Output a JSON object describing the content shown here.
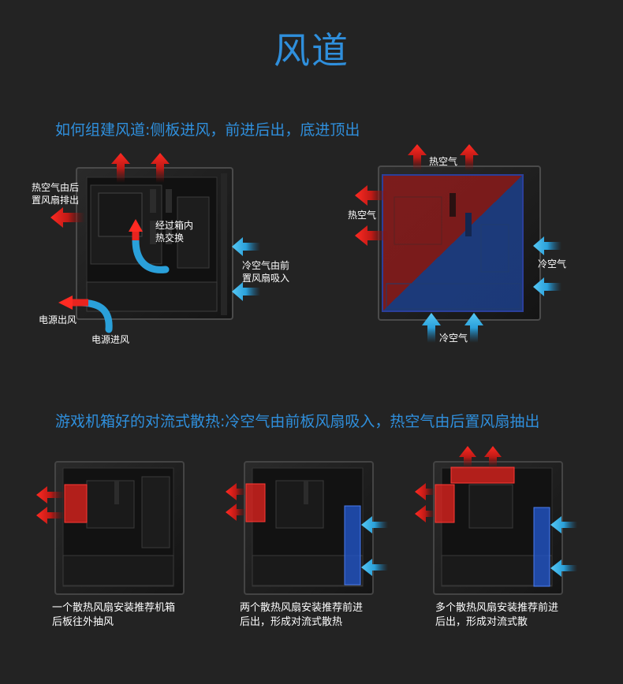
{
  "page": {
    "title": "风道",
    "section1_heading": "如何组建风道:侧板进风，前进后出，底进顶出",
    "section2_heading": "游戏机箱好的对流式散热:冷空气由前板风扇吸入，热空气由后置风扇抽出"
  },
  "diagram1": {
    "rear_exhaust_line1": "热空气由后",
    "rear_exhaust_line2": "置风扇排出",
    "heat_exchange_line1": "经过箱内",
    "heat_exchange_line2": "热交换",
    "front_intake_line1": "冷空气由前",
    "front_intake_line2": "置风扇吸入",
    "psu_out": "电源出风",
    "psu_in": "电源进风"
  },
  "diagram2": {
    "hot_top": "热空气",
    "hot_left": "热空气",
    "cold_right": "冷空气",
    "cold_bottom": "冷空气"
  },
  "configs": [
    {
      "caption_line1": "一个散热风扇安装推荐机箱",
      "caption_line2": "后板往外抽风"
    },
    {
      "caption_line1": "两个散热风扇安装推荐前进",
      "caption_line2": "后出，形成对流式散热"
    },
    {
      "caption_line1": "多个散热风扇安装推荐前进",
      "caption_line2": "后出，形成对流式散"
    }
  ],
  "colors": {
    "accent_blue": "#2f8fdc",
    "hot_red": "#e8241f",
    "cold_cyan": "#3ab3ea",
    "background": "#232323"
  }
}
